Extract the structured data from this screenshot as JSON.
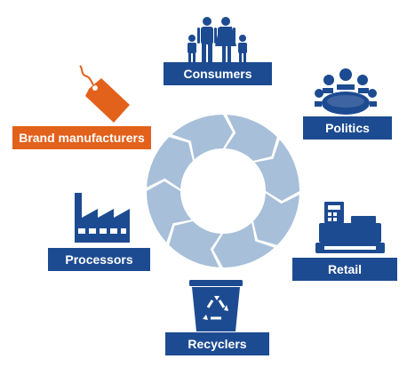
{
  "colors": {
    "primary": "#1d4b91",
    "accent": "#e2611b",
    "cycle": "#a7bfd9",
    "background": "#ffffff"
  },
  "cycle": {
    "segments": 8
  },
  "nodes": [
    {
      "id": "consumers",
      "label": "Consumers",
      "icon": "family-icon",
      "highlight": false
    },
    {
      "id": "politics",
      "label": "Politics",
      "icon": "meeting-table-icon",
      "highlight": false
    },
    {
      "id": "retail",
      "label": "Retail",
      "icon": "cash-register-icon",
      "highlight": false
    },
    {
      "id": "recyclers",
      "label": "Recyclers",
      "icon": "recycle-bin-icon",
      "highlight": false
    },
    {
      "id": "processors",
      "label": "Processors",
      "icon": "factory-icon",
      "highlight": false
    },
    {
      "id": "brand",
      "label": "Brand manufacturers",
      "icon": "price-tag-icon",
      "highlight": true
    }
  ]
}
